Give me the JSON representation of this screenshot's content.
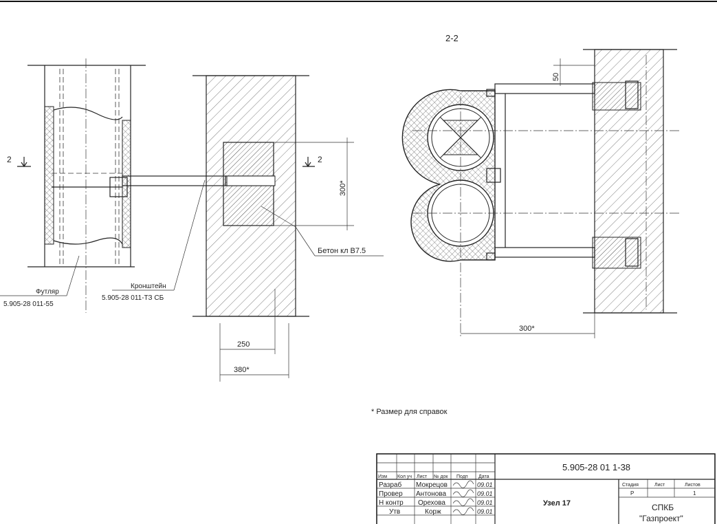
{
  "section_label": "2-2",
  "section_marks": {
    "left": "2",
    "right": "2"
  },
  "labels": {
    "futlyar": "Футляр",
    "futlyar_code": "5.905-28 011-55",
    "kronshtein": "Кронштейн",
    "kronshtein_code": "5.905-28 011-ТЗ СБ",
    "beton": "Бетон кл В7.5"
  },
  "dimensions": {
    "height_300": "300*",
    "d_250": "250",
    "d_380": "380*",
    "d_50": "50",
    "width_300": "300*"
  },
  "footnote": "* Размер для справок",
  "title_block": {
    "doc_code": "5.905-28 01 1-38",
    "headers": [
      "Изм",
      "Кол уч",
      "Лист",
      "№ док",
      "Подп",
      "Дата"
    ],
    "rows": [
      {
        "role": "Разраб",
        "name": "Мокрецов",
        "date": "09.01"
      },
      {
        "role": "Провер",
        "name": "Антонова",
        "date": "09.01"
      },
      {
        "role": "Н контр",
        "name": "Орехова",
        "date": "09.01"
      },
      {
        "role": "Утв",
        "name": "Корж",
        "date": "09.01"
      }
    ],
    "node_title": "Узел 17",
    "stage_headers": [
      "Стадия",
      "Лист",
      "Листов"
    ],
    "stage": "Р",
    "sheet": "",
    "sheets": "1",
    "org_line1": "СПКБ",
    "org_line2": "\"Газпроект\""
  }
}
